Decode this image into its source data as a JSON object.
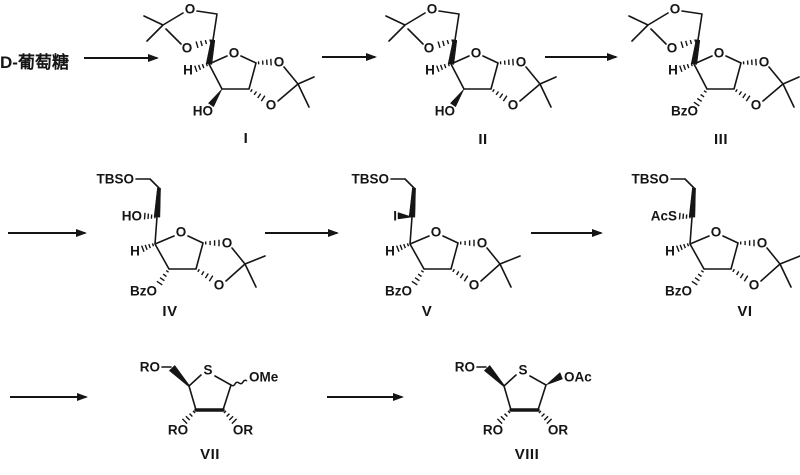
{
  "colors": {
    "ink": "#151515",
    "background": "#ffffff"
  },
  "scheme": {
    "start_material": "D-葡萄糖",
    "structures": {
      "s1": {
        "label": "I",
        "atoms": {
          "o_top": "O",
          "o_left": "O",
          "o_ring": "O",
          "o_acetal_top": "O",
          "o_acetal_bottom": "O",
          "h": "H",
          "c3_sub": "HO"
        },
        "bonds": {
          "c3_sub": "wedge"
        }
      },
      "s2": {
        "label": "II",
        "atoms": {
          "o_top": "O",
          "o_left": "O",
          "o_ring": "O",
          "o_acetal_top": "O",
          "o_acetal_bottom": "O",
          "h": "H",
          "c3_sub": "HO"
        },
        "bonds": {
          "c3_sub": "wedge"
        }
      },
      "s3": {
        "label": "III",
        "atoms": {
          "o_top": "O",
          "o_left": "O",
          "o_ring": "O",
          "o_acetal_top": "O",
          "o_acetal_bottom": "O",
          "h": "H",
          "c3_sub": "BzO"
        },
        "bonds": {
          "c3_sub": "hash"
        }
      },
      "s4": {
        "label": "IV",
        "atoms": {
          "chain": "TBSO",
          "c5_sub": "HO",
          "o_ring": "O",
          "o_acetal_top": "O",
          "o_acetal_bottom": "O",
          "h": "H",
          "c3_sub": "BzO"
        },
        "bonds": {
          "c5_sub": "hash"
        }
      },
      "s5": {
        "label": "V",
        "atoms": {
          "chain": "TBSO",
          "c5_sub": "I",
          "o_ring": "O",
          "o_acetal_top": "O",
          "o_acetal_bottom": "O",
          "h": "H",
          "c3_sub": "BzO"
        },
        "bonds": {
          "c5_sub": "wedge"
        }
      },
      "s6": {
        "label": "VI",
        "atoms": {
          "chain": "TBSO",
          "c5_sub": "AcS",
          "o_ring": "O",
          "o_acetal_top": "O",
          "o_acetal_bottom": "O",
          "h": "H",
          "c3_sub": "BzO"
        },
        "bonds": {
          "c5_sub": "hash"
        }
      },
      "s7": {
        "label": "VII",
        "atoms": {
          "chain": "RO",
          "s": "S",
          "c1_sub": "OMe",
          "c2_sub": "OR",
          "c3_sub": "RO"
        },
        "bonds": {
          "c1_sub": "squiggle"
        }
      },
      "s8": {
        "label": "VIII",
        "atoms": {
          "chain": "RO",
          "s": "S",
          "c1_sub": "OAc",
          "c2_sub": "OR",
          "c3_sub": "RO"
        },
        "bonds": {
          "c1_sub": "wedge"
        }
      }
    }
  }
}
